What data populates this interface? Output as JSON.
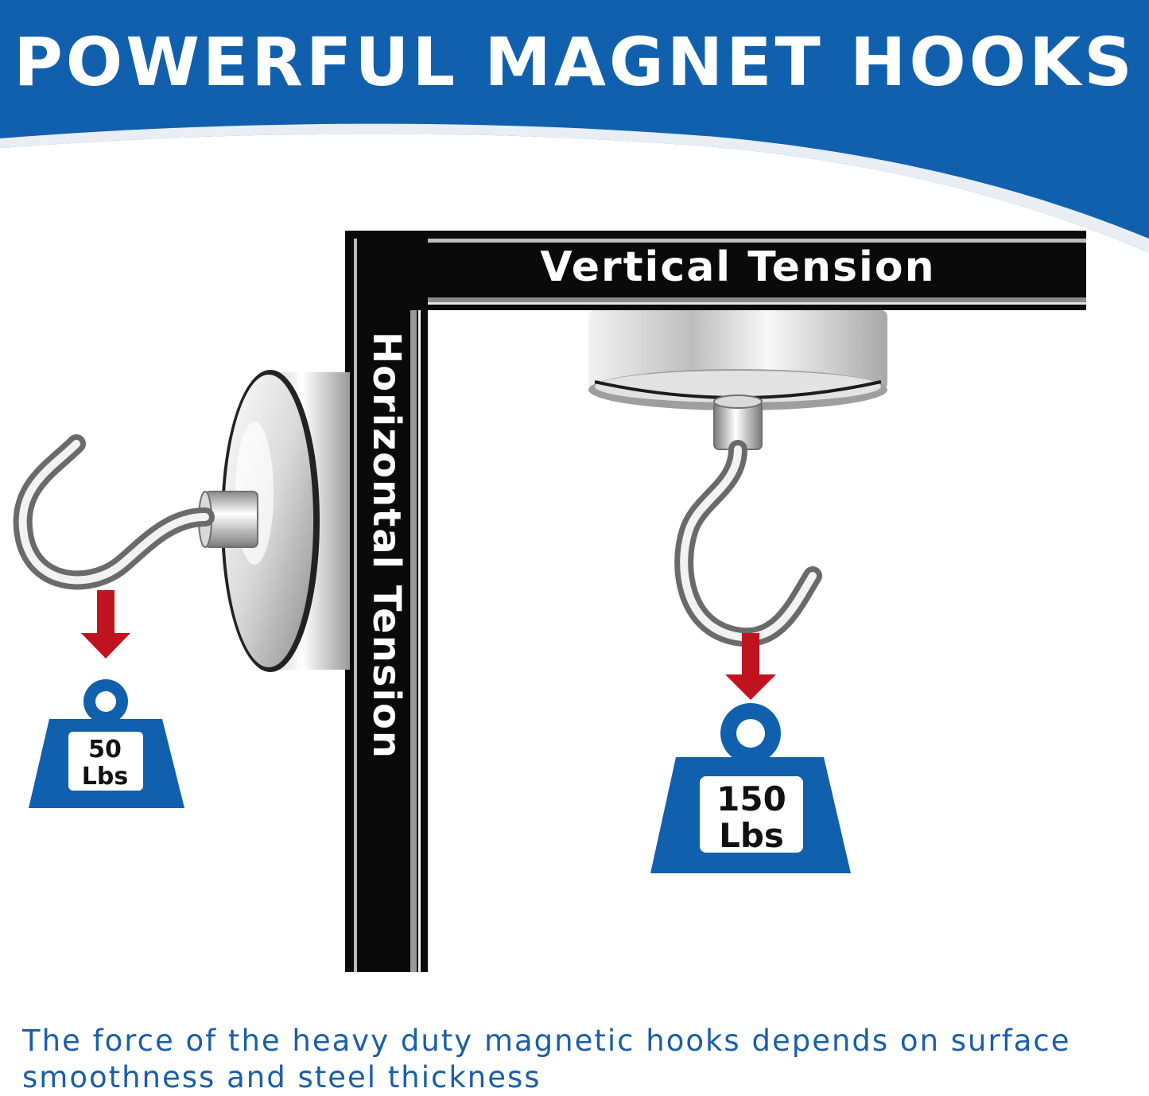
{
  "header": {
    "title": "POWERFUL MAGNET HOOKS"
  },
  "labels": {
    "vertical": "Vertical Tension",
    "horizontal": "Horizontal Tension"
  },
  "weights": {
    "left": "50\nLbs",
    "right": "150\nLbs"
  },
  "caption": "The force of the heavy duty magnetic hooks depends on surface smoothness and steel thickness",
  "colors": {
    "brand_blue": "#1060ae",
    "arrow_red": "#c1121f",
    "caption_blue": "#1a5ea8",
    "steel_black": "#0a0a0a"
  }
}
